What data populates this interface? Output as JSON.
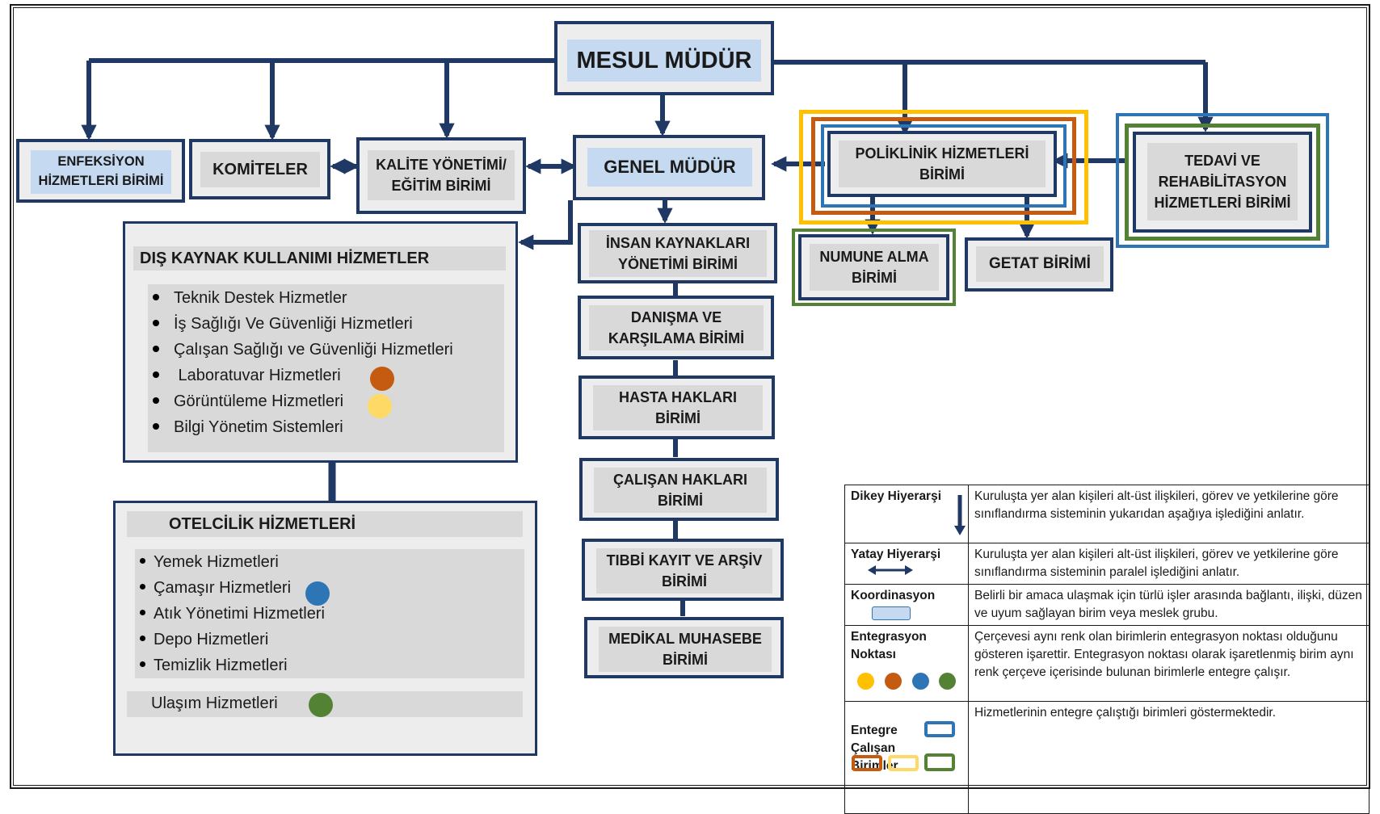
{
  "colors": {
    "navy": "#1f3864",
    "coordination_fill": "#c5d9f1",
    "yellow": "#ffc000",
    "orange": "#c55a11",
    "blue": "#2e75b6",
    "green": "#548235"
  },
  "nodes": {
    "mesul_mudur": "MESUL MÜDÜR",
    "genel_mudur": "GENEL MÜDÜR",
    "enfeksiyon": "ENFEKSİYON\nHİZMETLERİ BİRİMİ",
    "komiteler": "KOMİTELER",
    "kalite": "KALİTE YÖNETİMİ/\nEĞİTİM BİRİMİ",
    "poliklinik": "POLİKLİNİK HİZMETLERİ\nBİRİMİ",
    "tedavi": "TEDAVİ VE\nREHABİLİTASYON\nHİZMETLERİ BİRİMİ",
    "numune": "NUMUNE ALMA\nBİRİMİ",
    "getat": "GETAT BİRİMİ",
    "insan_kaynaklari": "İNSAN KAYNAKLARI\nYÖNETİMİ  BİRİMİ",
    "danisma": "DANIŞMA VE\nKARŞILAMA BİRİMİ",
    "hasta_haklari": "HASTA HAKLARI\nBİRİMİ",
    "calisan_haklari": "ÇALIŞAN HAKLARI\nBİRİMİ",
    "tibbi_kayit": "TIBBİ KAYIT VE ARŞİV\nBİRİMİ",
    "medikal_muhasebe": "MEDİKAL MUHASEBE\nBİRİMİ"
  },
  "dis_kaynak": {
    "title": "DIŞ KAYNAK KULLANIMI HİZMETLER",
    "items": [
      {
        "label": "Teknik Destek Hizmetler",
        "dot": null
      },
      {
        "label": "İş Sağlığı Ve Güvenliği Hizmetleri",
        "dot": null
      },
      {
        "label": "Çalışan Sağlığı ve Güvenliği Hizmetleri",
        "dot": null
      },
      {
        "label": " Laboratuvar Hizmetleri",
        "dot": "orange"
      },
      {
        "label": "Görüntüleme Hizmetleri",
        "dot": "yellow"
      },
      {
        "label": "Bilgi Yönetim Sistemleri",
        "dot": null
      }
    ]
  },
  "otelcilik": {
    "title": "OTELCİLİK HİZMETLERİ",
    "items": [
      {
        "label": "Yemek Hizmetleri",
        "dot": null
      },
      {
        "label": "Çamaşır Hizmetleri",
        "dot": "blue"
      },
      {
        "label": "Atık Yönetimi Hizmetleri",
        "dot": null
      },
      {
        "label": "Depo Hizmetleri",
        "dot": null
      },
      {
        "label": "Temizlik Hizmetleri",
        "dot": null
      }
    ],
    "extra": {
      "label": "Ulaşım Hizmetleri",
      "dot": "green"
    }
  },
  "legend": [
    {
      "key": "Dikey Hiyerarşi",
      "icon": "vertical-arrow-icon",
      "desc": "Kuruluşta yer alan kişileri alt-üst ilişkileri, görev ve yetkilerine göre sınıflandırma sisteminin yukarıdan aşağıya işlediğini anlatır."
    },
    {
      "key": "Yatay Hiyerarşi",
      "icon": "horizontal-arrow-icon",
      "desc": "Kuruluşta yer alan kişileri alt-üst ilişkileri, görev ve yetkilerine göre sınıflandırma sisteminin paralel işlediğini anlatır."
    },
    {
      "key": "Koordinasyon",
      "icon": "coordination-box-icon",
      "desc": "Belirli bir amaca ulaşmak için türlü işler arasında bağlantı, ilişki, düzen ve uyum sağlayan birim veya meslek grubu."
    },
    {
      "key": "Entegrasyon Noktası",
      "icon": "integration-dots-icon",
      "desc": "Çerçevesi aynı renk olan birimlerin entegrasyon noktası olduğunu gösteren işarettir. Entegrasyon noktası olarak işaretlenmiş birim aynı renk çerçeve içerisinde bulunan birimlerle entegre çalışır."
    },
    {
      "key": "Entegre Çalışan Birimler",
      "icon": "integrated-frames-icon",
      "desc": "Hizmetlerinin entegre çalıştığı birimleri göstermektedir."
    }
  ]
}
